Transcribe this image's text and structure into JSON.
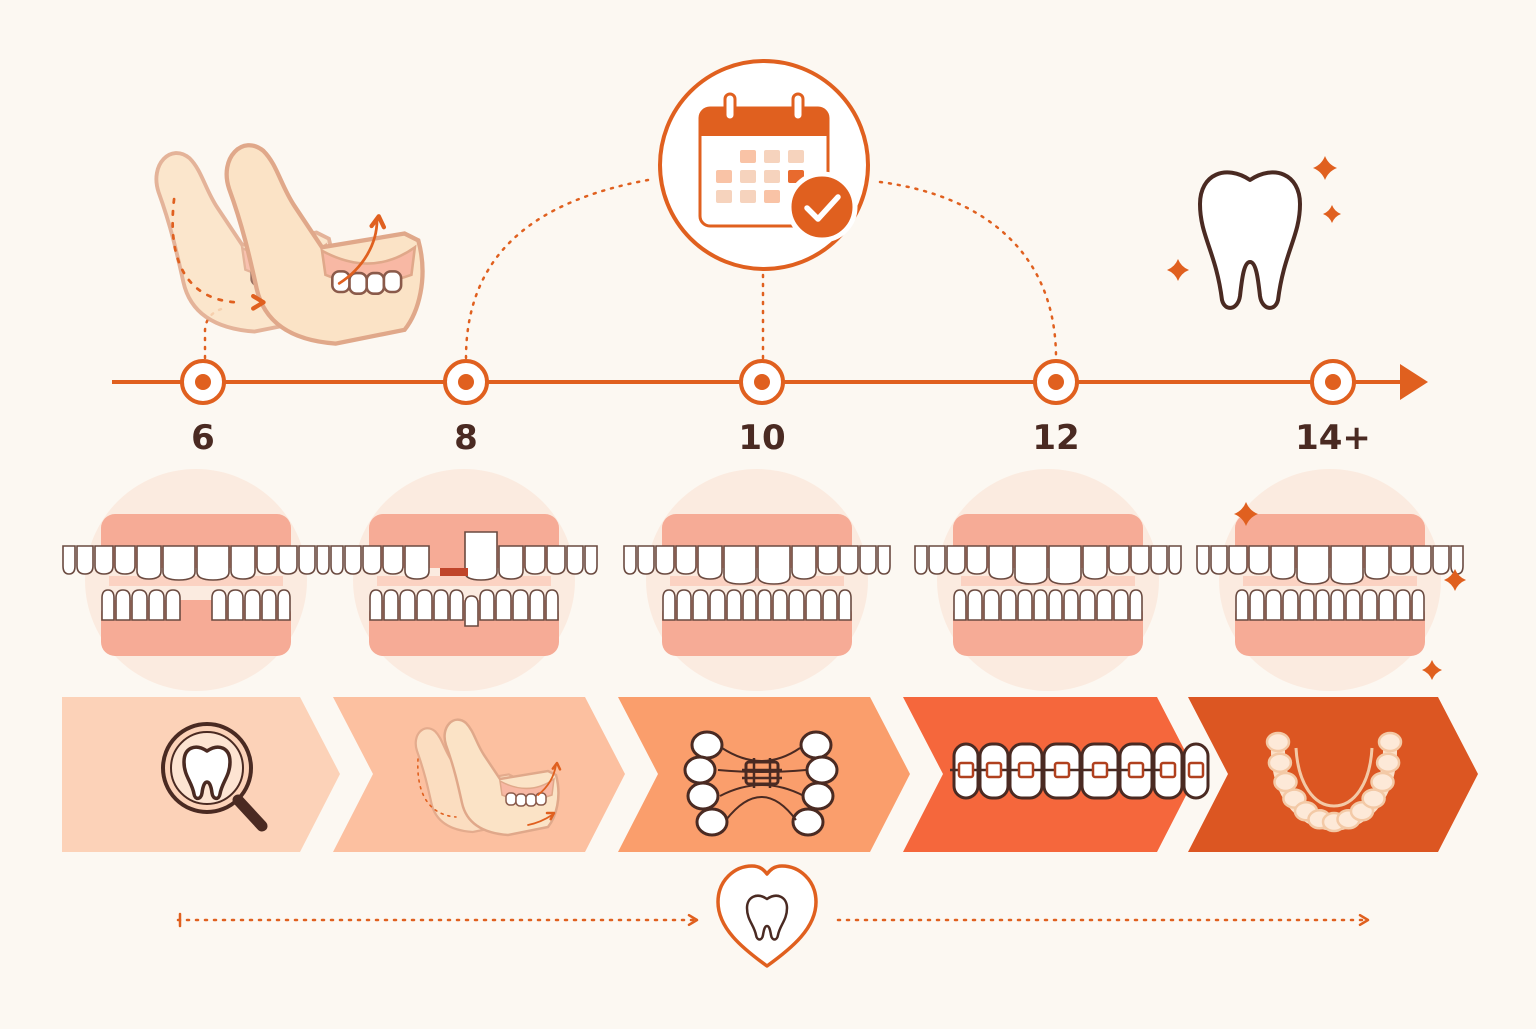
{
  "colors": {
    "background": "#fcf8f2",
    "accent": "#e0601f",
    "dark": "#4a2a22",
    "gum": "#f6ab96",
    "gum_dark": "#f09880",
    "circle_bg": "#fbe7da",
    "jaw": "#fbe3c6"
  },
  "timeline": {
    "ages": [
      {
        "label": "6",
        "stage_icon": "magnifier-tooth-icon",
        "color": "#fcd2b8"
      },
      {
        "label": "8",
        "stage_icon": "jaw-growth-icon",
        "color": "#fcc0a0"
      },
      {
        "label": "10",
        "stage_icon": "palatal-expander-icon",
        "color": "#fa9e6c"
      },
      {
        "label": "12",
        "stage_icon": "braces-icon",
        "color": "#f5673c"
      },
      {
        "label": "14+",
        "stage_icon": "retainer-icon",
        "color": "#dc5622"
      }
    ]
  },
  "icons": {
    "top": [
      "jaw-growth-icon",
      "calendar-check-icon",
      "sparkling-tooth-icon"
    ],
    "bottom": "heart-tooth-icon"
  }
}
